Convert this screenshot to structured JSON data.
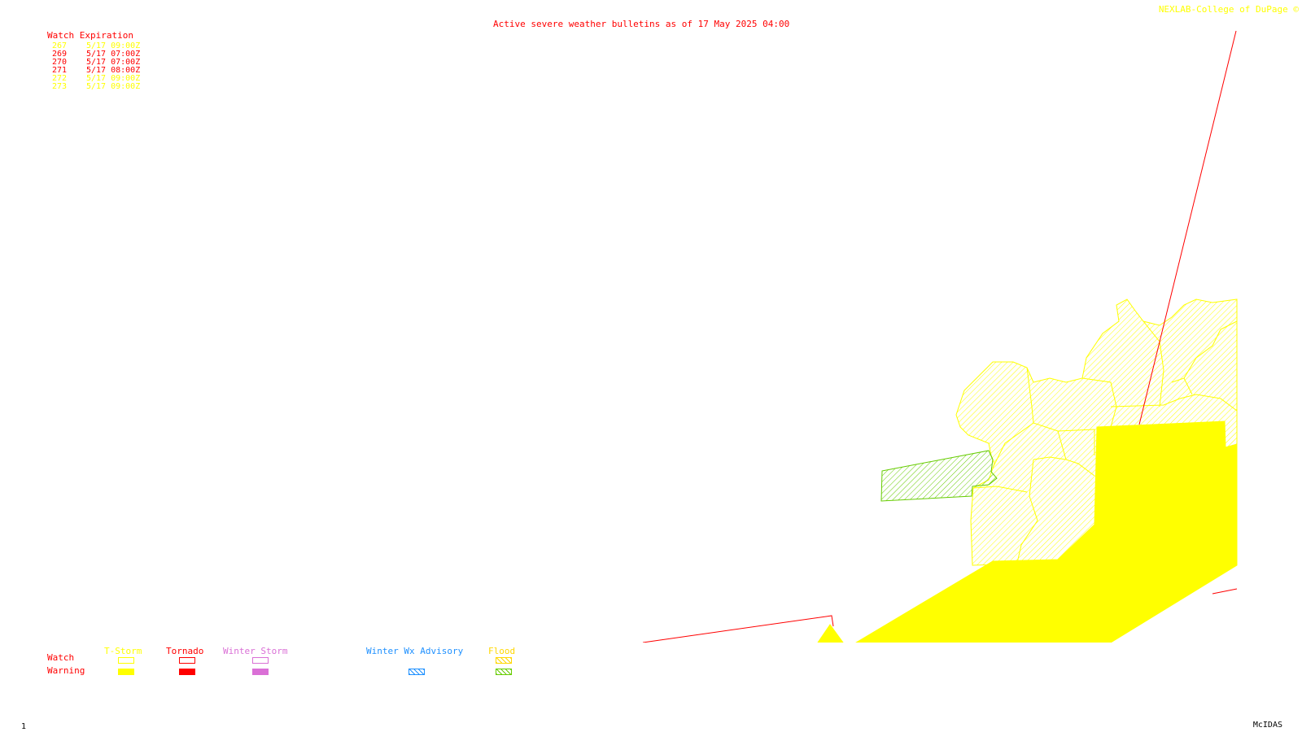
{
  "header": {
    "title": "Active severe weather bulletins as of 17 May 2025 04:00",
    "credit": "NEXLAB-College of DuPage ©"
  },
  "watch_expiration": {
    "heading": "Watch Expiration",
    "rows": [
      {
        "number": "267",
        "expires": "5/17 09:00Z",
        "color": "#ffff00"
      },
      {
        "number": "269",
        "expires": "5/17 07:00Z",
        "color": "#ff0000"
      },
      {
        "number": "270",
        "expires": "5/17 07:00Z",
        "color": "#ff0000"
      },
      {
        "number": "271",
        "expires": "5/17 08:00Z",
        "color": "#ff0000"
      },
      {
        "number": "272",
        "expires": "5/17 09:00Z",
        "color": "#ffff00"
      },
      {
        "number": "273",
        "expires": "5/17 09:00Z",
        "color": "#ffff00"
      }
    ]
  },
  "legend": {
    "row_watch": "Watch",
    "row_warning": "Warning",
    "columns": [
      {
        "label": "T-Storm",
        "color": "#ffff00"
      },
      {
        "label": "Tornado",
        "color": "#ff0000"
      },
      {
        "label": "Winter Storm",
        "color": "#da70d6"
      },
      {
        "label": "Winter Wx Advisory",
        "color": "#1e90ff"
      },
      {
        "label": "Flood",
        "color": "#ffd700"
      }
    ],
    "flood_warning_color": "#66cc00"
  },
  "footer": {
    "frame_number": "1",
    "software": "McIDAS"
  }
}
